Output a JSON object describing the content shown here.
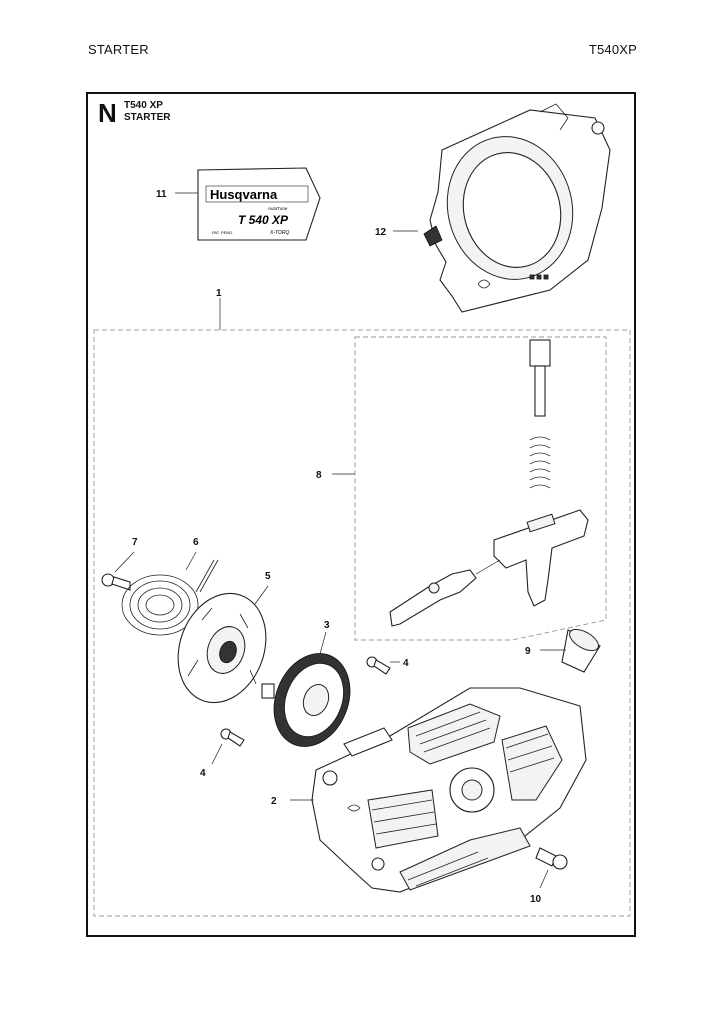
{
  "header": {
    "left": "STARTER",
    "right": "T540XP"
  },
  "section": {
    "letter": "N",
    "model": "T540 XP",
    "name": "STARTER"
  },
  "decal": {
    "brand": "Husqvarna",
    "tag": "AutoTune",
    "model": "T 540 XP",
    "pat": "PAT. PEND.",
    "engine": "X-TORQ"
  },
  "callouts": {
    "p1": "1",
    "p2": "2",
    "p3": "3",
    "p4a": "4",
    "p4b": "4",
    "p5": "5",
    "p6": "6",
    "p7": "7",
    "p8": "8",
    "p9": "9",
    "p10": "10",
    "p11": "11",
    "p12": "12"
  }
}
